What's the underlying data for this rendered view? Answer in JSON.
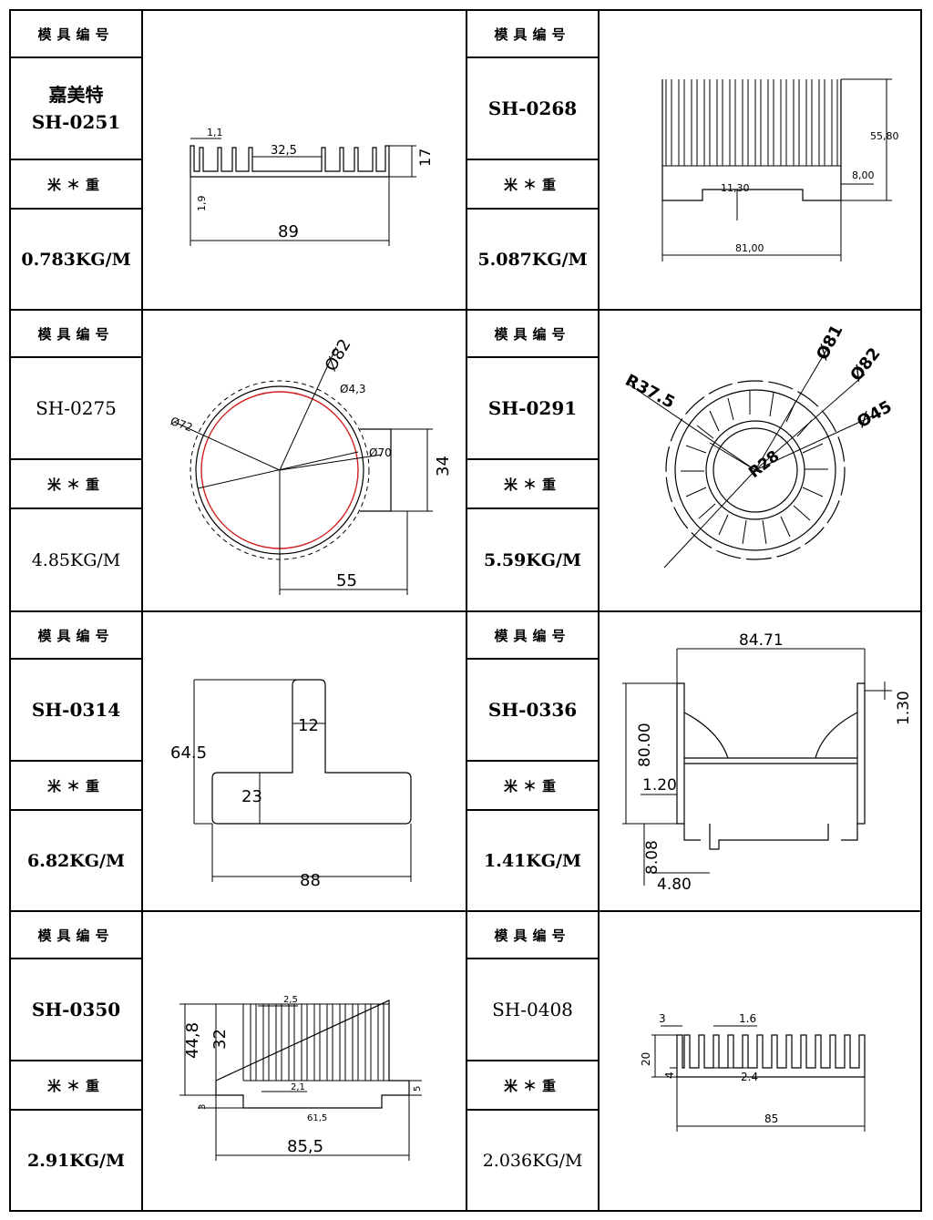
{
  "labels": {
    "mold_no": "模具编号",
    "weight_per_meter": "米＊重"
  },
  "profiles": [
    {
      "brand": "嘉美特",
      "code": "SH-0251",
      "weight": "0.783KG/M",
      "dims": {
        "d1": "1,1",
        "d2": "32,5",
        "d3": "17",
        "d4": "1,9",
        "d5": "89"
      }
    },
    {
      "brand": "",
      "code": "SH-0268",
      "weight": "5.087KG/M",
      "dims": {
        "d1": "55,80",
        "d2": "8,00",
        "d3": "11,30",
        "d4": "81,00"
      }
    },
    {
      "brand": "",
      "code": "SH-0275",
      "weight": "4.85KG/M",
      "dims": {
        "d1": "Ø82",
        "d2": "Ø4,3",
        "d3": "Ø72",
        "d4": "Ø70",
        "d5": "34",
        "d6": "55"
      }
    },
    {
      "brand": "",
      "code": "SH-0291",
      "weight": "5.59KG/M",
      "dims": {
        "d1": "R37.5",
        "d2": "Ø81",
        "d3": "Ø82",
        "d4": "Ø45",
        "d5": "R28"
      }
    },
    {
      "brand": "",
      "code": "SH-0314",
      "weight": "6.82KG/M",
      "dims": {
        "d1": "64.5",
        "d2": "12",
        "d3": "23",
        "d4": "88"
      }
    },
    {
      "brand": "",
      "code": "SH-0336",
      "weight": "1.41KG/M",
      "dims": {
        "d1": "84.71",
        "d2": "1.30",
        "d3": "80.00",
        "d4": "1.20",
        "d5": "8.08",
        "d6": "4.80"
      }
    },
    {
      "brand": "",
      "code": "SH-0350",
      "weight": "2.91KG/M",
      "dims": {
        "d1": "2,5",
        "d2": "44,8",
        "d3": "32",
        "d4": "2,1",
        "d5": "5",
        "d6": "3",
        "d7": "61,5",
        "d8": "85,5"
      }
    },
    {
      "brand": "",
      "code": "SH-0408",
      "weight": "2.036KG/M",
      "dims": {
        "d1": "3",
        "d2": "1.6",
        "d3": "20",
        "d4": "4",
        "d5": "2.4",
        "d6": "85"
      }
    }
  ]
}
